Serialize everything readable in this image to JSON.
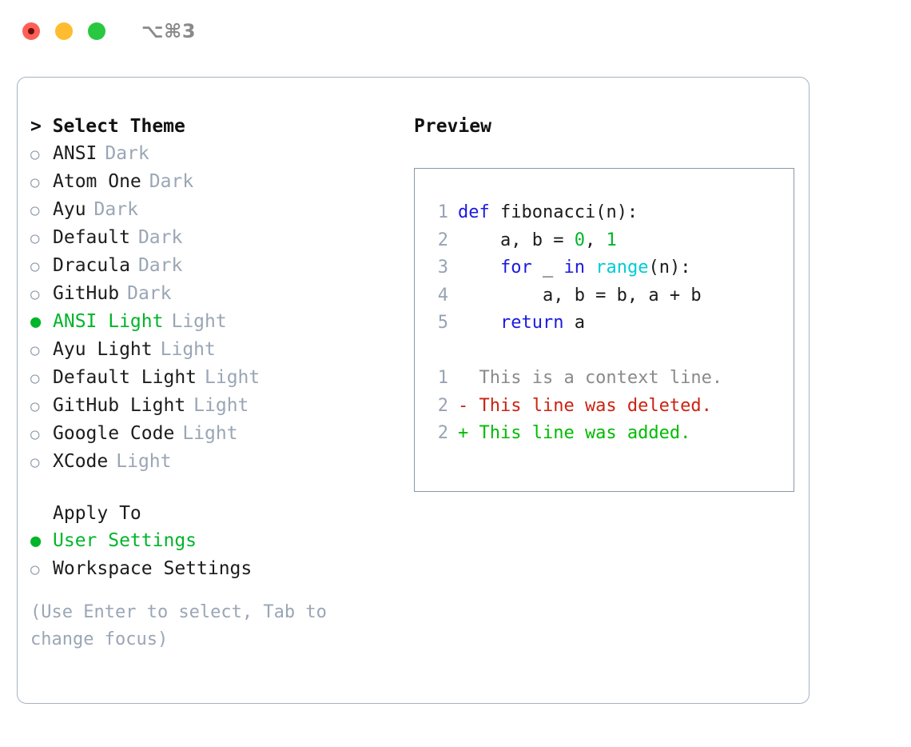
{
  "titlebar": {
    "shortcut": "⌥⌘3",
    "buttons": [
      {
        "name": "close",
        "color": "#ff5f57"
      },
      {
        "name": "minimize",
        "color": "#febc2e"
      },
      {
        "name": "maximize",
        "color": "#28c840"
      }
    ]
  },
  "theme_section": {
    "header": "> Select Theme",
    "options": [
      {
        "bullet": "○",
        "label": "ANSI",
        "suffix": "Dark",
        "selected": false
      },
      {
        "bullet": "○",
        "label": "Atom One",
        "suffix": "Dark",
        "selected": false
      },
      {
        "bullet": "○",
        "label": "Ayu",
        "suffix": "Dark",
        "selected": false
      },
      {
        "bullet": "○",
        "label": "Default",
        "suffix": "Dark",
        "selected": false
      },
      {
        "bullet": "○",
        "label": "Dracula",
        "suffix": "Dark",
        "selected": false
      },
      {
        "bullet": "○",
        "label": "GitHub",
        "suffix": "Dark",
        "selected": false
      },
      {
        "bullet": "●",
        "label": "ANSI Light",
        "suffix": "Light",
        "selected": true
      },
      {
        "bullet": "○",
        "label": "Ayu Light",
        "suffix": "Light",
        "selected": false
      },
      {
        "bullet": "○",
        "label": "Default Light",
        "suffix": "Light",
        "selected": false
      },
      {
        "bullet": "○",
        "label": "GitHub Light",
        "suffix": "Light",
        "selected": false
      },
      {
        "bullet": "○",
        "label": "Google Code",
        "suffix": "Light",
        "selected": false
      },
      {
        "bullet": "○",
        "label": "XCode",
        "suffix": "Light",
        "selected": false
      }
    ]
  },
  "apply_section": {
    "header": "Apply To",
    "options": [
      {
        "bullet": "●",
        "label": "User Settings",
        "selected": true
      },
      {
        "bullet": "○",
        "label": "Workspace Settings",
        "selected": false
      }
    ]
  },
  "hint": "(Use Enter to select, Tab to change focus)",
  "preview": {
    "title": "Preview",
    "code_lines": [
      {
        "no": "1",
        "tokens": [
          {
            "t": "def",
            "c": "kw"
          },
          {
            "t": " fibonacci(n):",
            "c": "pl"
          }
        ]
      },
      {
        "no": "2",
        "tokens": [
          {
            "t": "    a, b = ",
            "c": "pl"
          },
          {
            "t": "0",
            "c": "num"
          },
          {
            "t": ", ",
            "c": "pl"
          },
          {
            "t": "1",
            "c": "num"
          }
        ]
      },
      {
        "no": "3",
        "tokens": [
          {
            "t": "    ",
            "c": "pl"
          },
          {
            "t": "for",
            "c": "kw"
          },
          {
            "t": " _ ",
            "c": "pl"
          },
          {
            "t": "in",
            "c": "kw"
          },
          {
            "t": " ",
            "c": "pl"
          },
          {
            "t": "range",
            "c": "bi"
          },
          {
            "t": "(n):",
            "c": "pl"
          }
        ]
      },
      {
        "no": "4",
        "tokens": [
          {
            "t": "        a, b = b, a + b",
            "c": "pl"
          }
        ]
      },
      {
        "no": "5",
        "tokens": [
          {
            "t": "    ",
            "c": "pl"
          },
          {
            "t": "return",
            "c": "kw"
          },
          {
            "t": " a",
            "c": "pl"
          }
        ]
      }
    ],
    "diff_lines": [
      {
        "no": "1",
        "text": "  This is a context line.",
        "kind": "ctx"
      },
      {
        "no": "2",
        "text": "- This line was deleted.",
        "kind": "del"
      },
      {
        "no": "2",
        "text": "+ This line was added.",
        "kind": "add"
      }
    ]
  }
}
